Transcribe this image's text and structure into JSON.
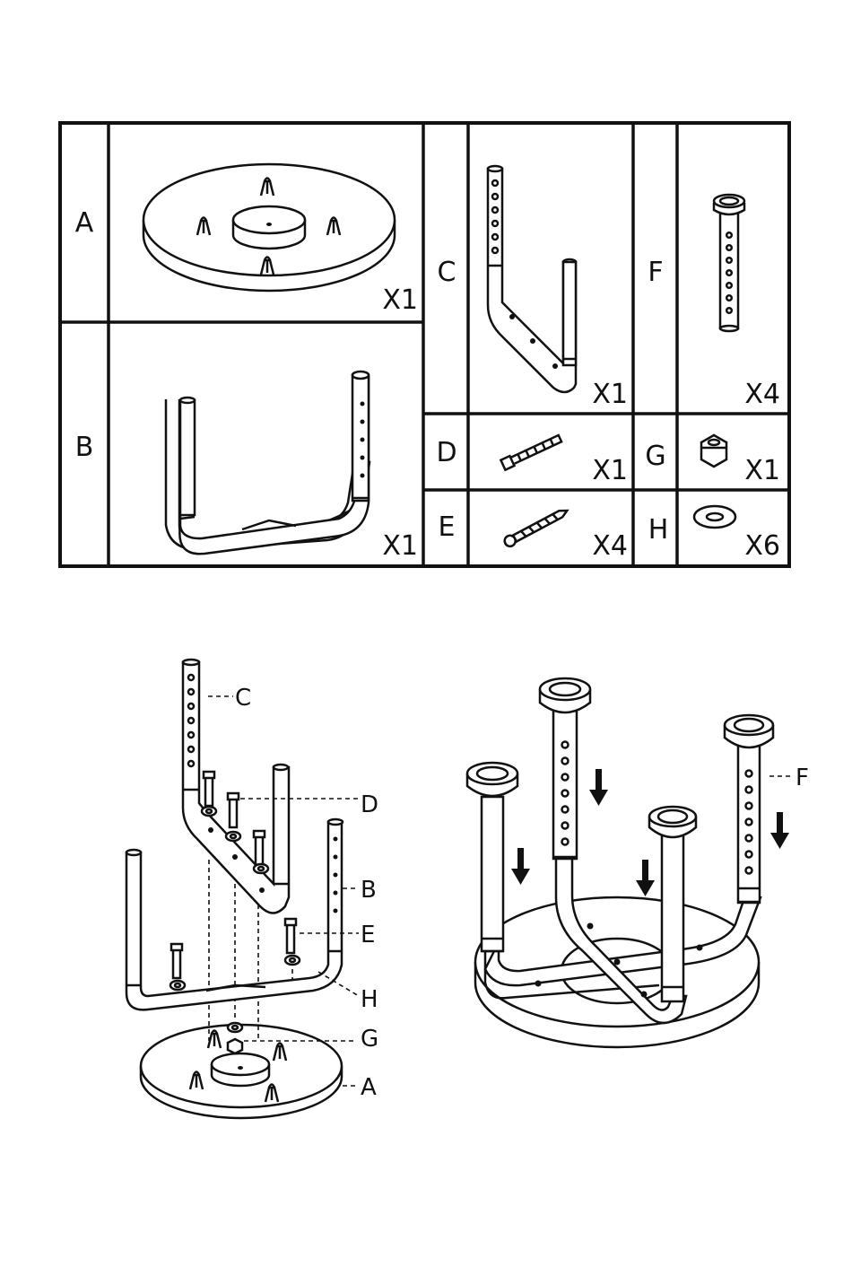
{
  "parts_table": {
    "parts": [
      {
        "letter": "A",
        "qty": "X1"
      },
      {
        "letter": "B",
        "qty": "X1"
      },
      {
        "letter": "C",
        "qty": "X1"
      },
      {
        "letter": "F",
        "qty": "X4"
      },
      {
        "letter": "D",
        "qty": "X1"
      },
      {
        "letter": "G",
        "qty": "X1"
      },
      {
        "letter": "E",
        "qty": "X4"
      },
      {
        "letter": "H",
        "qty": "X6"
      }
    ]
  },
  "exploded_view": {
    "callouts": [
      "C",
      "D",
      "B",
      "E",
      "H",
      "G",
      "A"
    ]
  },
  "assembled_view": {
    "callouts": [
      "F"
    ]
  }
}
